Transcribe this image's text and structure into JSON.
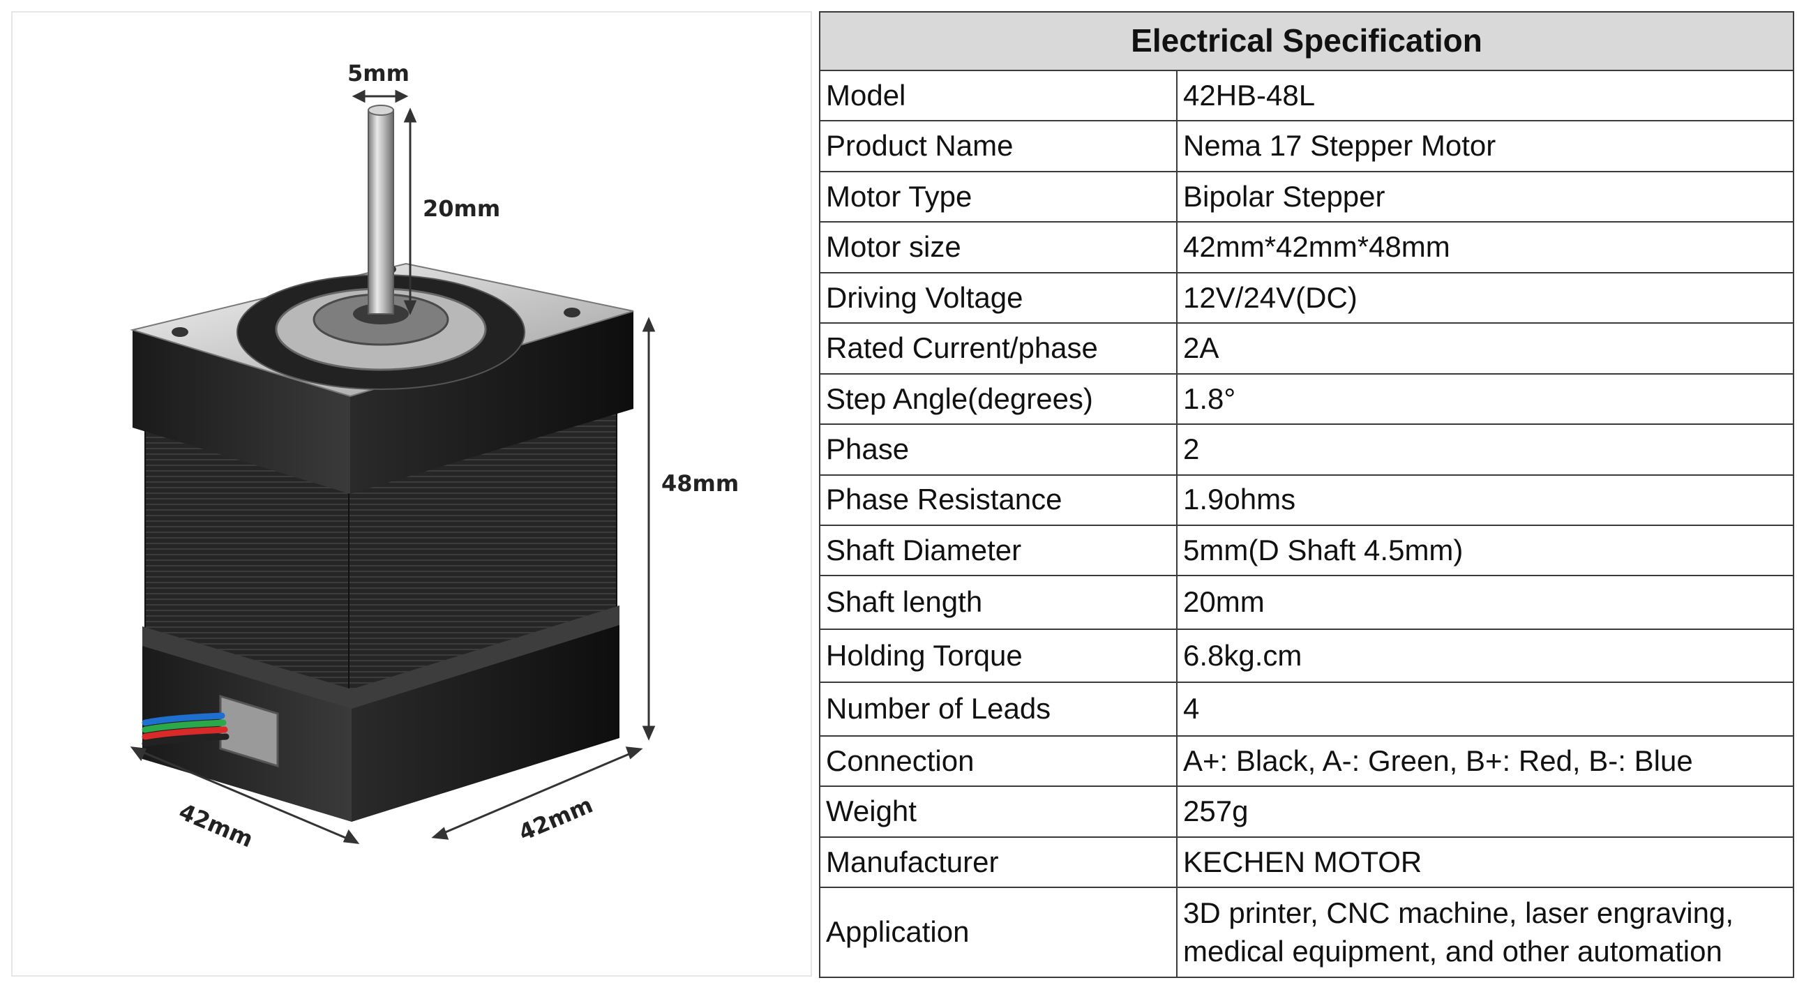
{
  "figure": {
    "dimensions": {
      "shaft_diameter": "5mm",
      "shaft_length": "20mm",
      "height": "48mm",
      "width_left": "42mm",
      "width_right": "42mm"
    },
    "wire_colors": [
      "#1f6fd1",
      "#2aa84a",
      "#d92a2a",
      "#222222"
    ]
  },
  "spec": {
    "title": "Electrical Specification",
    "rows": [
      {
        "label": "Model",
        "value": "42HB-48L"
      },
      {
        "label": "Product Name",
        "value": "Nema 17 Stepper Motor"
      },
      {
        "label": "Motor Type",
        "value": "Bipolar Stepper"
      },
      {
        "label": "Motor size",
        "value": "42mm*42mm*48mm"
      },
      {
        "label": "Driving Voltage",
        "value": "12V/24V(DC)"
      },
      {
        "label": "Rated Current/phase",
        "value": "2A"
      },
      {
        "label": "Step Angle(degrees)",
        "value": "1.8°"
      },
      {
        "label": "Phase",
        "value": "2"
      },
      {
        "label": "Phase Resistance",
        "value": "1.9ohms"
      },
      {
        "label": "Shaft Diameter",
        "value": "5mm(D Shaft 4.5mm)"
      },
      {
        "label": "Shaft length",
        "value": "20mm"
      },
      {
        "label": "Holding Torque",
        "value": "6.8kg.cm"
      },
      {
        "label": "Number of Leads",
        "value": "4"
      },
      {
        "label": "Connection",
        "value": "A+: Black, A-: Green, B+: Red, B-: Blue"
      },
      {
        "label": "Weight",
        "value": "257g"
      },
      {
        "label": "Manufacturer",
        "value": "KECHEN MOTOR"
      },
      {
        "label": "Application",
        "value": "3D printer, CNC machine, laser engraving,",
        "value_line2": "medical equipment, and other automation"
      }
    ]
  }
}
